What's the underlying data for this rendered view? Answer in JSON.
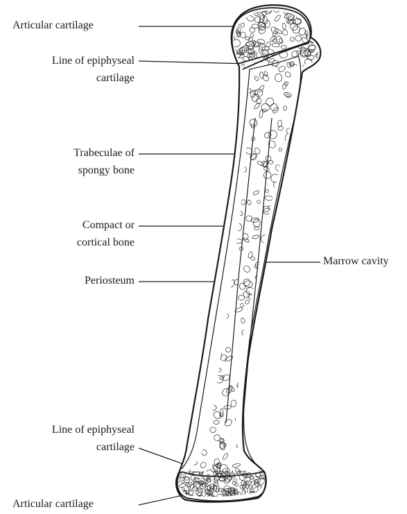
{
  "labels": {
    "articular_cartilage_top": "Articular cartilage",
    "epiphyseal_top_line1": "Line of epiphyseal",
    "epiphyseal_top_line2": "cartilage",
    "trabeculae_line1": "Trabeculae of",
    "trabeculae_line2": "spongy bone",
    "compact_line1": "Compact or",
    "compact_line2": "cortical bone",
    "periosteum": "Periosteum",
    "marrow_cavity": "Marrow cavity",
    "epiphyseal_bottom_line1": "Line of epiphyseal",
    "epiphyseal_bottom_line2": "cartilage",
    "articular_cartilage_bottom": "Articular cartilage"
  }
}
